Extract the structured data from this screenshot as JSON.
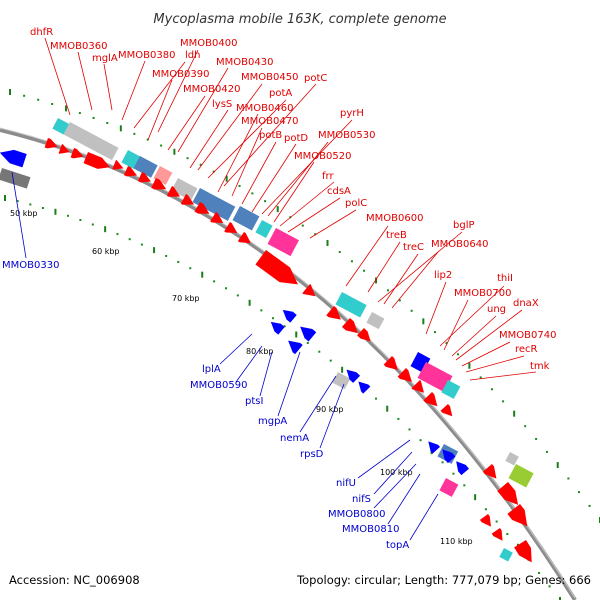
{
  "title": "Mycoplasma mobile 163K, complete genome",
  "footer": {
    "accession": "Accession: NC_006908",
    "summary": "Topology: circular; Length: 777,079 bp; Genes: 666"
  },
  "colors": {
    "forward_gene": "#ff0000",
    "reverse_gene": "#0000ff",
    "backbone": "#808080",
    "tick_major": "#1a7f1a",
    "tick_minor": "#1a8a1a",
    "cds_cyan": "#33cccc",
    "cds_pink": "#ff3399",
    "cds_steelblue": "#4f81bd",
    "cds_grey": "#c0c0c0",
    "cds_lime": "#99cc33"
  },
  "scale_labels": [
    "50 kbp",
    "60 kbp",
    "70 kbp",
    "80 kbp",
    "90 kbp",
    "100 kbp",
    "110 kbp"
  ],
  "forward_labels": [
    "dhfR",
    "MMOB0360",
    "mglA",
    "MMOB0380",
    "ldh",
    "MMOB0390",
    "MMOB0400",
    "MMOB0420",
    "MMOB0430",
    "lysS",
    "MMOB0450",
    "potA",
    "potC",
    "MMOB0460",
    "MMOB0470",
    "potB",
    "potD",
    "pyrH",
    "MMOB0530",
    "MMOB0520",
    "frr",
    "cdsA",
    "polC",
    "MMOB0600",
    "treB",
    "bglP",
    "treC",
    "MMOB0640",
    "lip2",
    "thiI",
    "MMOB0700",
    "ung",
    "dnaX",
    "MMOB0740",
    "recR",
    "tmk"
  ],
  "reverse_labels": [
    "MMOB0330",
    "lplA",
    "MMOB0590",
    "ptsI",
    "mgpA",
    "nemA",
    "rpsD",
    "nifU",
    "nifS",
    "MMOB0800",
    "MMOB0810",
    "topA"
  ]
}
